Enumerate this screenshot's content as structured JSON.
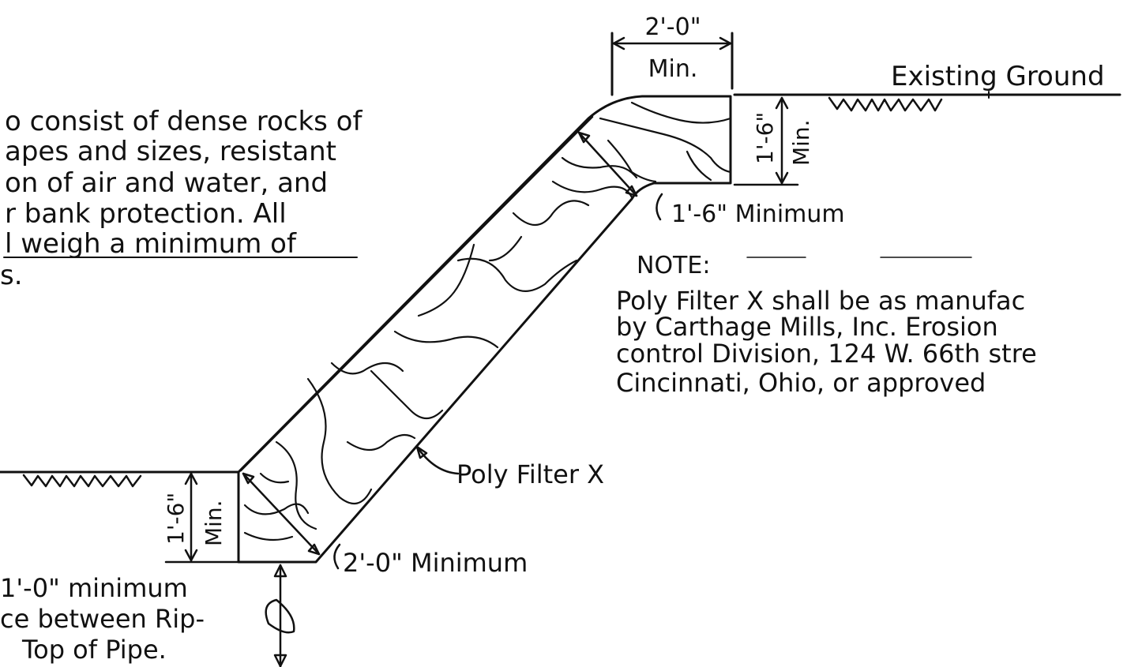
{
  "dims": {
    "top_width": "2'-0\"",
    "top_width_sub": "Min.",
    "top_depth": "1'-6\"",
    "top_depth_sub": "Min.",
    "bottom_depth": "1'-6\"",
    "bottom_depth_sub": "Min."
  },
  "labels": {
    "existing_ground": "Existing Ground",
    "top_thickness": "1'-6\" Minimum",
    "filter": "Poly Filter X",
    "bottom_thickness": "2'-0\" Minimum"
  },
  "note": {
    "heading": "NOTE:",
    "lines": [
      "Poly Filter X shall be as manufac",
      "by Carthage Mills, Inc. Erosion",
      "control Division, 124 W. 66th stre",
      "Cincinnati, Ohio, or approved"
    ]
  },
  "rock_spec_lines": [
    "o consist of dense rocks of",
    "apes and sizes, resistant",
    "on of air and water, and",
    "r bank protection. All",
    "l weigh a minimum of",
    "s."
  ],
  "pipe_note_lines": [
    "1'-0\" minimum",
    "ce between Rip-",
    "Top of Pipe."
  ],
  "colors": {
    "ink": "#111111",
    "background": "#ffffff"
  }
}
